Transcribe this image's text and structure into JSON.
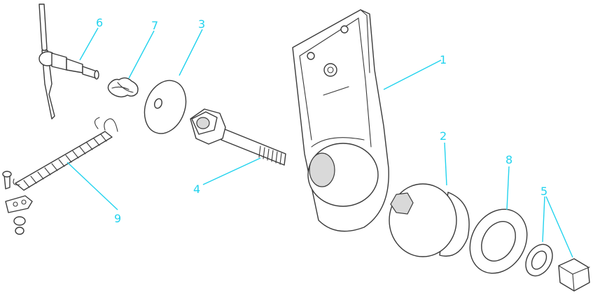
{
  "callouts": {
    "c1": "1",
    "c2": "2",
    "c3": "3",
    "c4": "4",
    "c5": "5",
    "c6": "6",
    "c7": "7",
    "c8": "8",
    "c9": "9"
  },
  "colors": {
    "callout": "#22d3ee",
    "line_art": "#3a3a3a"
  }
}
